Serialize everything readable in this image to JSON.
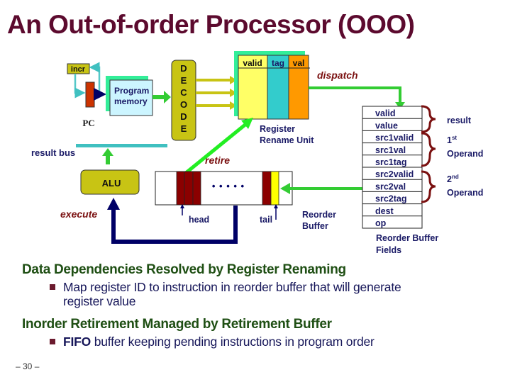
{
  "slide": {
    "title": "An Out-of-order Processor  (OOO)",
    "page_number": "– 30 –"
  },
  "diagram": {
    "incr_label": "incr",
    "pc_label": "PC",
    "program_memory_line1": "Program",
    "program_memory_line2": "memory",
    "decode_letters": [
      "D",
      "E",
      "C",
      "O",
      "D",
      "E"
    ],
    "rename_unit": {
      "columns": [
        "valid",
        "tag",
        "val"
      ],
      "label_line1": "Register",
      "label_line2": "Rename Unit"
    },
    "dispatch_label": "dispatch",
    "retire_label": "retire",
    "execute_label": "execute",
    "result_bus_label": "result bus",
    "alu_label": "ALU",
    "reorder_buffer": {
      "ellipsis": "• • • • •",
      "head_label": "head",
      "tail_label": "tail",
      "label_line1": "Reorder",
      "label_line2": "Buffer"
    },
    "rob_fields": [
      "valid",
      "value",
      "src1valid",
      "src1val",
      "src1tag",
      "src2valid",
      "src2val",
      "src2tag",
      "dest",
      "op"
    ],
    "rob_fields_caption_line1": "Reorder Buffer",
    "rob_fields_caption_line2": "Fields",
    "groups": [
      {
        "label": "result",
        "sup": ""
      },
      {
        "label_pre": "1",
        "sup": "st",
        "label": "Operand"
      },
      {
        "label_pre": "2",
        "sup": "nd",
        "label": "Operand"
      }
    ],
    "colors": {
      "decode_fill": "#c8c414",
      "rename_valid_fill": "#ffff66",
      "rename_tag_fill": "#33cccc",
      "rename_val_fill": "#ff9900",
      "rename_shadow": "#33ee99",
      "rob_entry_fill": "#8b0000",
      "rob_tail_fill": "#ffff00",
      "arrow_green": "#33cc33",
      "bus_teal": "#40c0c0",
      "navy": "#000066",
      "brace": "#7a1010"
    }
  },
  "bullets": [
    {
      "heading": "Data Dependencies Resolved by Register Renaming",
      "items": [
        {
          "bold": "",
          "text_line1": "Map register ID to instruction in reorder buffer that will generate",
          "text_line2": "register value"
        }
      ]
    },
    {
      "heading": "Inorder Retirement Managed by Retirement Buffer",
      "items": [
        {
          "bold": "FIFO",
          "text_line1": " buffer keeping pending instructions in program order",
          "text_line2": ""
        }
      ]
    }
  ]
}
